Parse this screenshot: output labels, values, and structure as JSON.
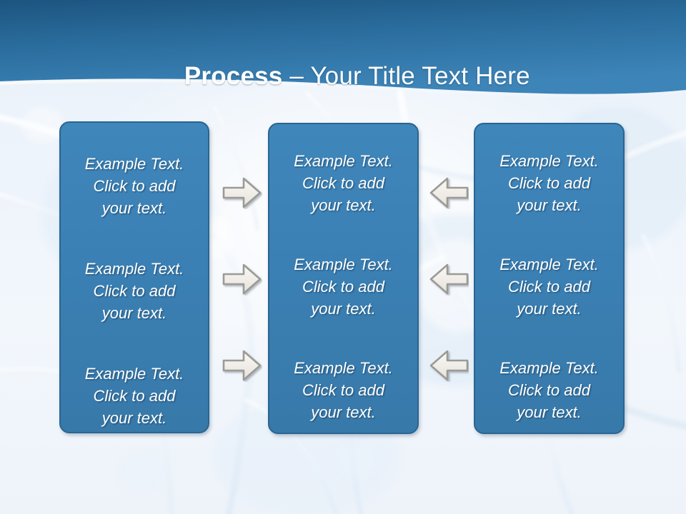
{
  "slide": {
    "title_bold": "Process",
    "title_rest": " – Your Title Text Here",
    "background_color": "#eef4fb",
    "header_gradient_top": "#1d5480",
    "header_gradient_bottom": "#3b81b5",
    "box_fill_color": "#3b80b4",
    "box_border_color": "#2a6591",
    "arrow_fill_color": "#f0ece7",
    "arrow_stroke_color": "#9b9b96",
    "text_color": "#ffffff"
  },
  "boxes": [
    {
      "name": "column-1",
      "items": [
        "Example Text.\nClick  to add\nyour text.",
        "Example Text.\nClick  to add\nyour text.",
        "Example Text.\nClick  to add\nyour text."
      ]
    },
    {
      "name": "column-2",
      "items": [
        "Example Text.\nClick  to add\nyour text.",
        "Example Text.\nClick  to add\nyour text.",
        "Example Text.\nClick  to add\nyour text."
      ]
    },
    {
      "name": "column-3",
      "items": [
        "Example Text.\nClick  to add\nyour text.",
        "Example Text.\nClick  to add\nyour text.",
        "Example Text.\nClick  to add\nyour text."
      ]
    }
  ],
  "arrows": {
    "left_group_direction": "right",
    "right_group_direction": "left",
    "count_per_group": 3
  }
}
